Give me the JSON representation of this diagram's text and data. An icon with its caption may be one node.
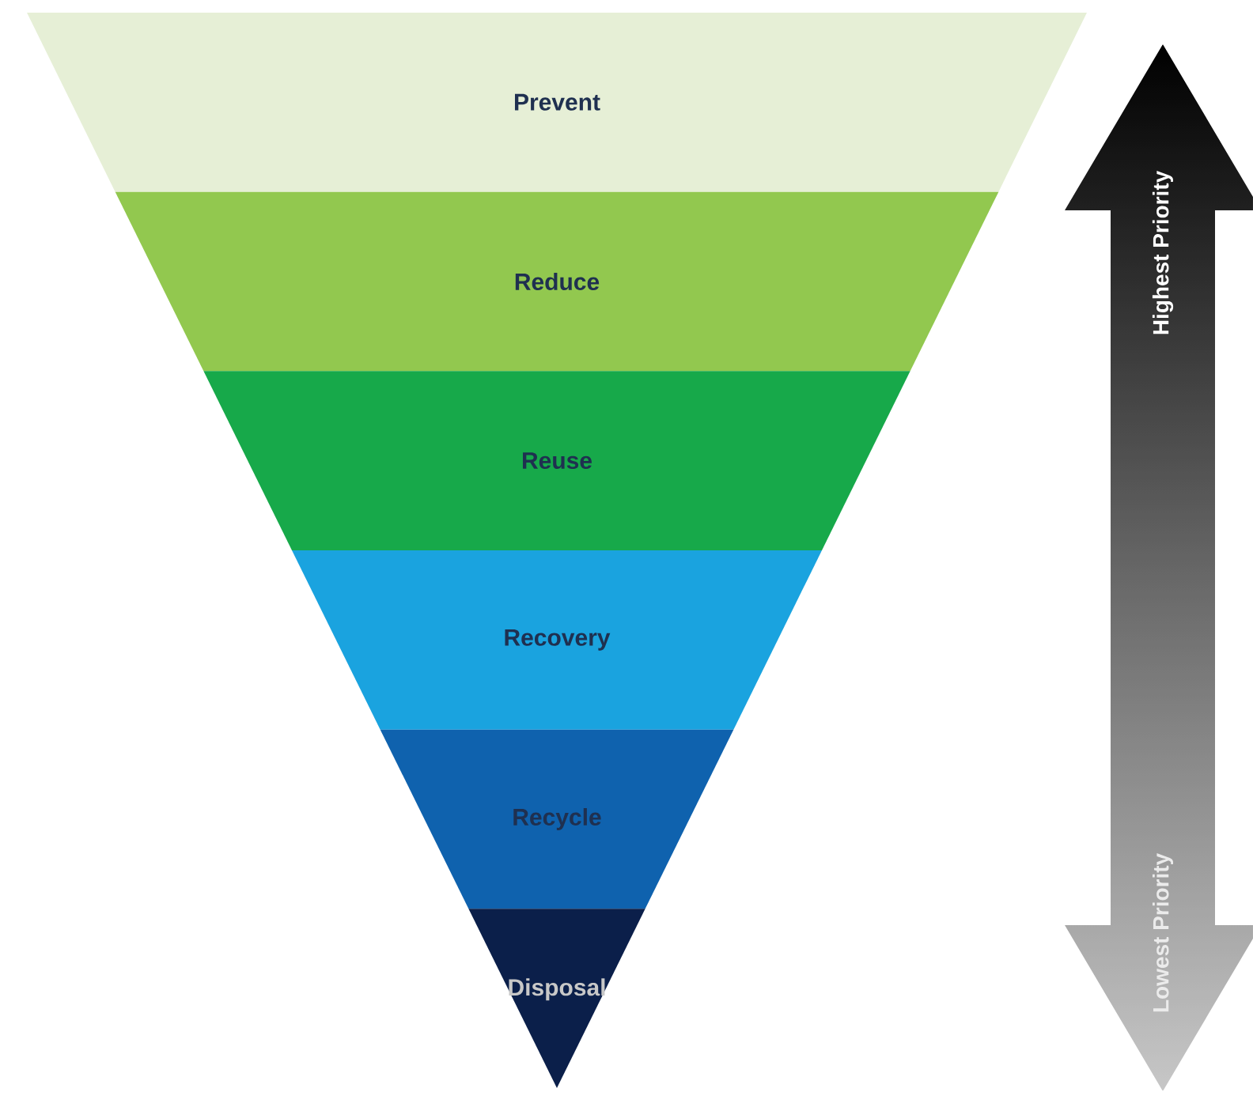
{
  "diagram": {
    "nodes": [
      {
        "text": [
          "Prevent"
        ]
      },
      {
        "text": [
          "Reduce"
        ]
      },
      {
        "text": [
          "Reuse"
        ]
      },
      {
        "text": [
          "Recovery"
        ]
      },
      {
        "text": [
          "Recycle"
        ]
      },
      {
        "text": [
          "Disposal"
        ]
      }
    ],
    "labels": [
      "Highest Priority",
      "Lowest Priority"
    ]
  }
}
